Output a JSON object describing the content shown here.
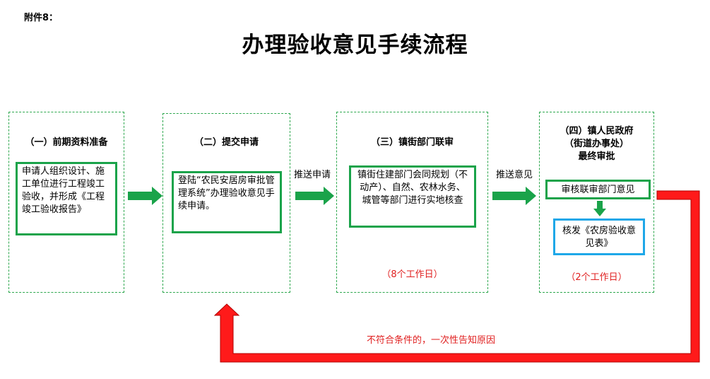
{
  "attachment_label": "附件8：",
  "title": "办理验收意见手续流程",
  "stages": [
    {
      "title": "（一）前期资料准备",
      "box_text": "申请人组织设计、施工单位进行工程竣工验收，并形成《工程竣工验收报告》"
    },
    {
      "title": "（二）提交申请",
      "box_text": "登陆“农民安居房审批管理系统”办理验收意见手续申请。"
    },
    {
      "title": "（三）镇街部门联审",
      "box_text": "镇街住建部门会同规划（不动产）、自然、农林水务、城管等部门进行实地核查",
      "days": "（8个工作日）"
    },
    {
      "title_lines": [
        "（四）镇人民政府",
        "（街道办事处）",
        "最终审批"
      ],
      "box_text": "审核联审部门意见",
      "box2_text": "核发《农房验收意见表》",
      "days": "（2个工作日）"
    }
  ],
  "arrows": {
    "submit_label": "推送申请",
    "opinion_label": "推送意见"
  },
  "reject_text": "不符合条件的，一次性告知原因",
  "colors": {
    "stage_border": "#2fa84f",
    "box_border": "#1aa34a",
    "arrow_green": "#1aa34a",
    "result_border": "#1ea7e8",
    "reject_red": "#e02020"
  }
}
